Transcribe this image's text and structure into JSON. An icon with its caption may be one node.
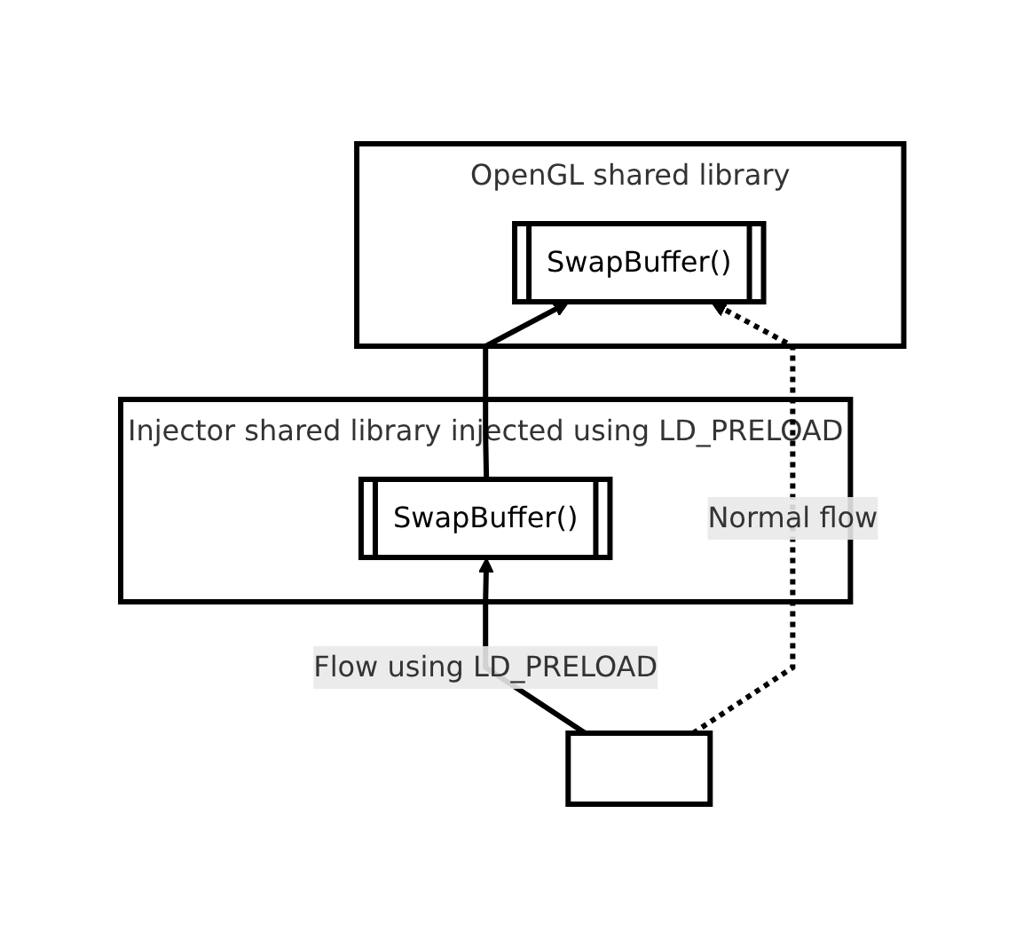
{
  "diagram": {
    "nodes": [
      {
        "text": [
          "OpenGL shared library"
        ]
      },
      {
        "text": [
          "SwapBuffer()"
        ],
        "in": 0
      },
      {
        "text": [
          "Injector shared library injected using LD_PRELOAD"
        ]
      },
      {
        "text": [
          "SwapBuffer()"
        ],
        "in": 2
      },
      {
        "text": [],
        "shape": "box"
      }
    ],
    "edges": [
      {
        "from": 4,
        "to": 3,
        "arrow": "to",
        "label": "Flow using LD_PRELOAD"
      },
      {
        "from": 3,
        "to": 1,
        "arrow": "to"
      },
      {
        "from": 4,
        "to": 1,
        "arrow": "to",
        "label": "Normal flow",
        "style": "dashed"
      }
    ]
  }
}
